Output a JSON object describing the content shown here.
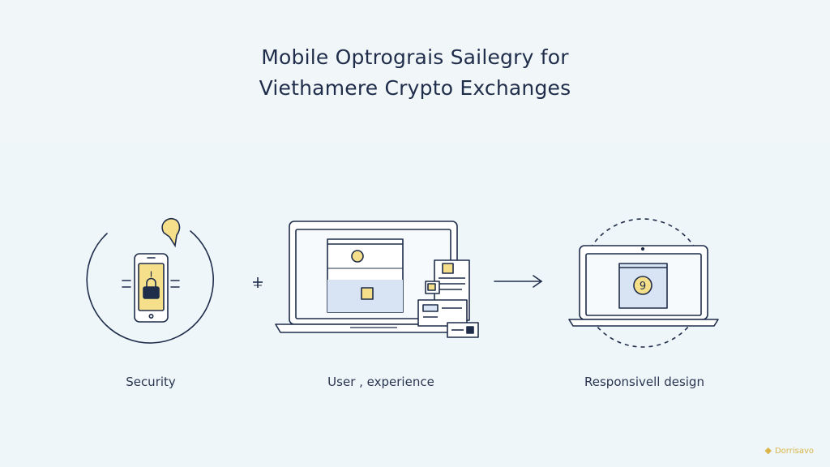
{
  "title": {
    "line1": "Mobile Optrograis Sailegry for",
    "line2": "Viethamere Crypto Exchanges"
  },
  "steps": [
    {
      "label": "Security",
      "icon": "phone-lock-icon"
    },
    {
      "label": "User , experience",
      "icon": "laptop-documents-icon"
    },
    {
      "label": "Responsivell design",
      "icon": "laptop-coin-icon"
    }
  ],
  "connectors": {
    "plus": "+",
    "arrow": "arrow-right-icon"
  },
  "brand": {
    "text": "Dorrisavo"
  },
  "colors": {
    "ink": "#1f2d4a",
    "accent_yellow": "#f5df8a",
    "accent_blue": "#d8e4f3",
    "background": "#eef6fa"
  }
}
